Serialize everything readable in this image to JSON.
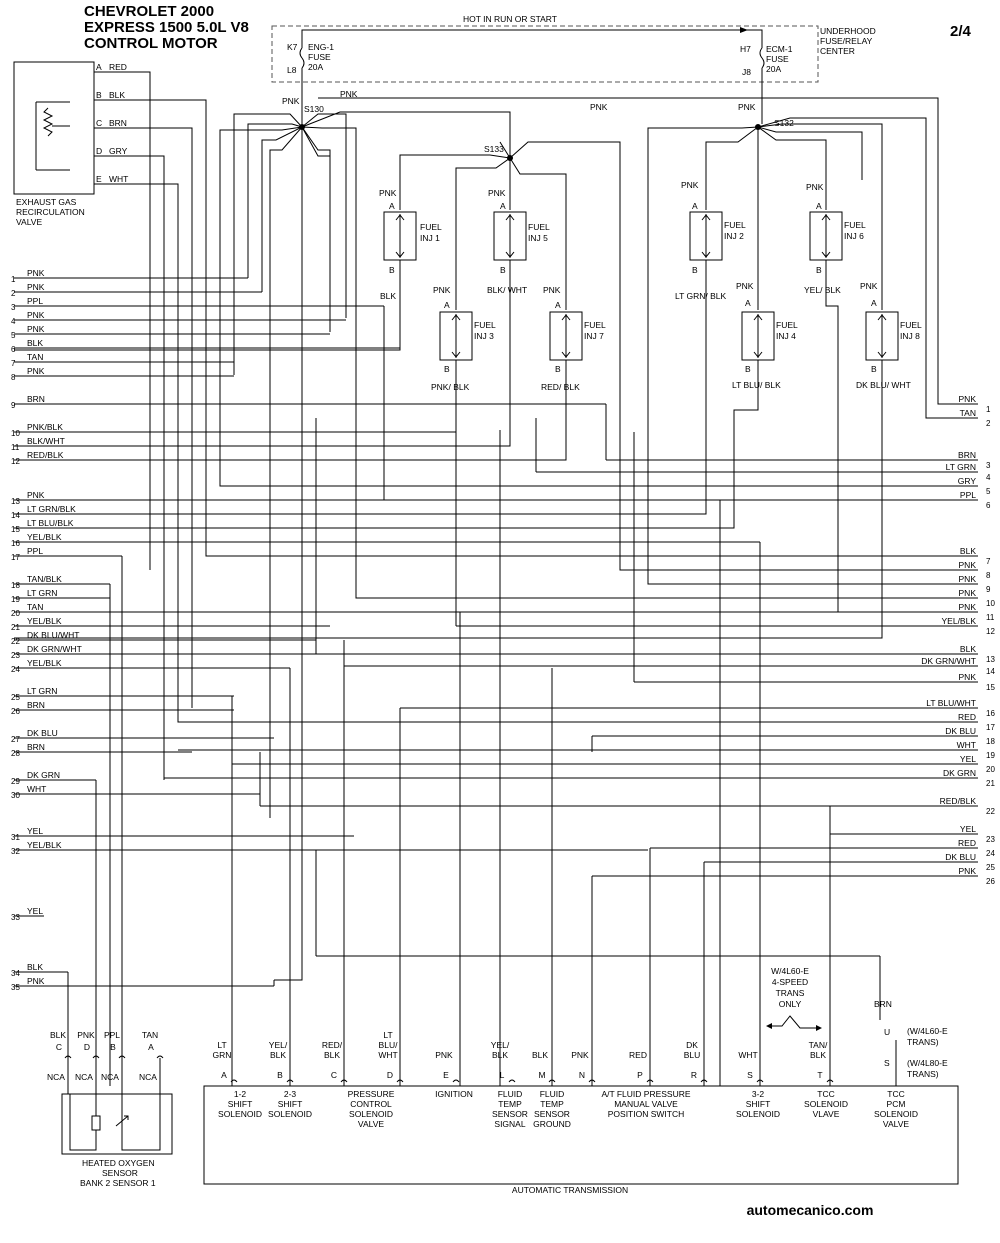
{
  "header": {
    "line1": "CHEVROLET 2000",
    "line2": "EXPRESS 1500  5.0L V8",
    "line3": "CONTROL MOTOR",
    "page": "2/4"
  },
  "fuse_center": {
    "hot_label": "HOT IN RUN OR START",
    "title_lines": [
      "UNDERHOOD",
      "FUSE/RELAY",
      "CENTER"
    ],
    "fuse_left": {
      "pin_top": "K7",
      "pin_bottom": "L8",
      "lines": [
        "ENG-1",
        "FUSE",
        "20A"
      ]
    },
    "fuse_right": {
      "pin_top": "H7",
      "pin_bottom": "J8",
      "lines": [
        "ECM-1",
        "FUSE",
        "20A"
      ]
    }
  },
  "splices": [
    "S130",
    "S133",
    "S132"
  ],
  "egr_valve": {
    "label_lines": [
      "EXHAUST GAS",
      "RECIRCULATION",
      "VALVE"
    ],
    "pins": [
      {
        "pin": "A",
        "color": "RED"
      },
      {
        "pin": "B",
        "color": "BLK"
      },
      {
        "pin": "C",
        "color": "BRN"
      },
      {
        "pin": "D",
        "color": "GRY"
      },
      {
        "pin": "E",
        "color": "WHT"
      }
    ]
  },
  "injectors": [
    {
      "name": "FUEL INJ 1",
      "top_wire": "PNK",
      "bottom_wire": "BLK"
    },
    {
      "name": "FUEL INJ 5",
      "top_wire": "PNK",
      "bottom_wire": "BLK/ WHT"
    },
    {
      "name": "FUEL INJ 3",
      "top_wire": "PNK",
      "bottom_wire": "PNK/ BLK"
    },
    {
      "name": "FUEL INJ 7",
      "top_wire": "PNK",
      "bottom_wire": "RED/ BLK"
    },
    {
      "name": "FUEL INJ 2",
      "top_wire": "PNK",
      "bottom_wire": "LT GRN/ BLK"
    },
    {
      "name": "FUEL INJ 6",
      "top_wire": "PNK",
      "bottom_wire": "YEL/ BLK"
    },
    {
      "name": "FUEL INJ 4",
      "top_wire": "PNK",
      "bottom_wire": "LT BLU/ BLK"
    },
    {
      "name": "FUEL INJ 8",
      "top_wire": "PNK",
      "bottom_wire": "DK BLU/ WHT"
    }
  ],
  "left_connector": [
    {
      "pin": "1",
      "color": "PNK"
    },
    {
      "pin": "2",
      "color": "PNK"
    },
    {
      "pin": "3",
      "color": "PPL"
    },
    {
      "pin": "4",
      "color": "PNK"
    },
    {
      "pin": "5",
      "color": "PNK"
    },
    {
      "pin": "6",
      "color": "BLK"
    },
    {
      "pin": "7",
      "color": "TAN"
    },
    {
      "pin": "8",
      "color": "PNK"
    },
    {
      "pin": "9",
      "color": "BRN"
    },
    {
      "pin": "10",
      "color": "PNK/BLK"
    },
    {
      "pin": "11",
      "color": "BLK/WHT"
    },
    {
      "pin": "12",
      "color": "RED/BLK"
    },
    {
      "pin": "13",
      "color": "PNK"
    },
    {
      "pin": "14",
      "color": "LT GRN/BLK"
    },
    {
      "pin": "15",
      "color": "LT BLU/BLK"
    },
    {
      "pin": "16",
      "color": "YEL/BLK"
    },
    {
      "pin": "17",
      "color": "PPL"
    },
    {
      "pin": "18",
      "color": "TAN/BLK"
    },
    {
      "pin": "19",
      "color": "LT GRN"
    },
    {
      "pin": "20",
      "color": "TAN"
    },
    {
      "pin": "21",
      "color": "YEL/BLK"
    },
    {
      "pin": "22",
      "color": "DK BLU/WHT"
    },
    {
      "pin": "23",
      "color": "DK GRN/WHT"
    },
    {
      "pin": "24",
      "color": "YEL/BLK"
    },
    {
      "pin": "25",
      "color": "LT GRN"
    },
    {
      "pin": "26",
      "color": "BRN"
    },
    {
      "pin": "27",
      "color": "DK BLU"
    },
    {
      "pin": "28",
      "color": "BRN"
    },
    {
      "pin": "29",
      "color": "DK GRN"
    },
    {
      "pin": "30",
      "color": "WHT"
    },
    {
      "pin": "31",
      "color": "YEL"
    },
    {
      "pin": "32",
      "color": "YEL/BLK"
    },
    {
      "pin": "33",
      "color": "YEL"
    },
    {
      "pin": "34",
      "color": "BLK"
    },
    {
      "pin": "35",
      "color": "PNK"
    }
  ],
  "right_connector": [
    {
      "pin": "1",
      "color": "PNK"
    },
    {
      "pin": "2",
      "color": "TAN"
    },
    {
      "pin": "3",
      "color": "BRN"
    },
    {
      "pin": "4",
      "color": "LT GRN"
    },
    {
      "pin": "5",
      "color": "GRY"
    },
    {
      "pin": "6",
      "color": "PPL"
    },
    {
      "pin": "7",
      "color": "BLK"
    },
    {
      "pin": "8",
      "color": "PNK"
    },
    {
      "pin": "9",
      "color": "PNK"
    },
    {
      "pin": "10",
      "color": "PNK"
    },
    {
      "pin": "11",
      "color": "PNK"
    },
    {
      "pin": "12",
      "color": "YEL/BLK"
    },
    {
      "pin": "13",
      "color": "BLK"
    },
    {
      "pin": "14",
      "color": "DK GRN/WHT"
    },
    {
      "pin": "15",
      "color": "PNK"
    },
    {
      "pin": "16",
      "color": "LT BLU/WHT"
    },
    {
      "pin": "17",
      "color": "RED"
    },
    {
      "pin": "18",
      "color": "DK BLU"
    },
    {
      "pin": "19",
      "color": "WHT"
    },
    {
      "pin": "20",
      "color": "YEL"
    },
    {
      "pin": "21",
      "color": "DK GRN"
    },
    {
      "pin": "22",
      "color": "RED/BLK"
    },
    {
      "pin": "23",
      "color": "YEL"
    },
    {
      "pin": "24",
      "color": "RED"
    },
    {
      "pin": "25",
      "color": "DK BLU"
    },
    {
      "pin": "26",
      "color": "PNK"
    }
  ],
  "oxygen_sensor": {
    "label_lines": [
      "HEATED OXYGEN",
      "SENSOR",
      "BANK 2 SENSOR 1"
    ],
    "pins": [
      {
        "pin": "C",
        "color": "BLK",
        "nca": "NCA"
      },
      {
        "pin": "D",
        "color": "PNK",
        "nca": "NCA"
      },
      {
        "pin": "B",
        "color": "PPL",
        "nca": "NCA"
      },
      {
        "pin": "A",
        "color": "TAN",
        "nca": "NCA"
      }
    ]
  },
  "transmission": {
    "title": "AUTOMATIC TRANSMISSION",
    "variant_note": [
      "W/4L60-E",
      "4-SPEED",
      "TRANS",
      "ONLY"
    ],
    "pins": [
      {
        "pin": "A",
        "color": "LT GRN"
      },
      {
        "pin": "B",
        "color": "YEL/ BLK"
      },
      {
        "pin": "C",
        "color": "RED/ BLK"
      },
      {
        "pin": "D",
        "color": "LT BLU/ WHT"
      },
      {
        "pin": "E",
        "color": "PNK"
      },
      {
        "pin": "L",
        "color": "YEL/ BLK"
      },
      {
        "pin": "M",
        "color": "BLK"
      },
      {
        "pin": "N",
        "color": "PNK"
      },
      {
        "pin": "P",
        "color": "RED"
      },
      {
        "pin": "R",
        "color": "DK BLU"
      },
      {
        "pin": "S",
        "color": "WHT"
      },
      {
        "pin": "T",
        "color": "TAN/ BLK"
      },
      {
        "pin": "U",
        "color": "BRN",
        "note": "(W/4L60-E TRANS)"
      },
      {
        "pin": "S",
        "color": "",
        "note": "(W/4L80-E TRANS)"
      }
    ],
    "components": [
      "1-2 SHIFT SOLENOID",
      "2-3 SHIFT SOLENOID",
      "PRESSURE CONTROL SOLENOID VALVE",
      "IGNITION",
      "FLUID TEMP SENSOR SIGNAL",
      "FLUID TEMP SENSOR GROUND",
      "A/T FLUID PRESSURE MANUAL VALVE POSITION SWITCH",
      "3-2 SHIFT SOLENOID",
      "TCC SOLENOID VLAVE",
      "TCC PCM SOLENOID VALVE"
    ]
  },
  "site": "automecanico.com"
}
